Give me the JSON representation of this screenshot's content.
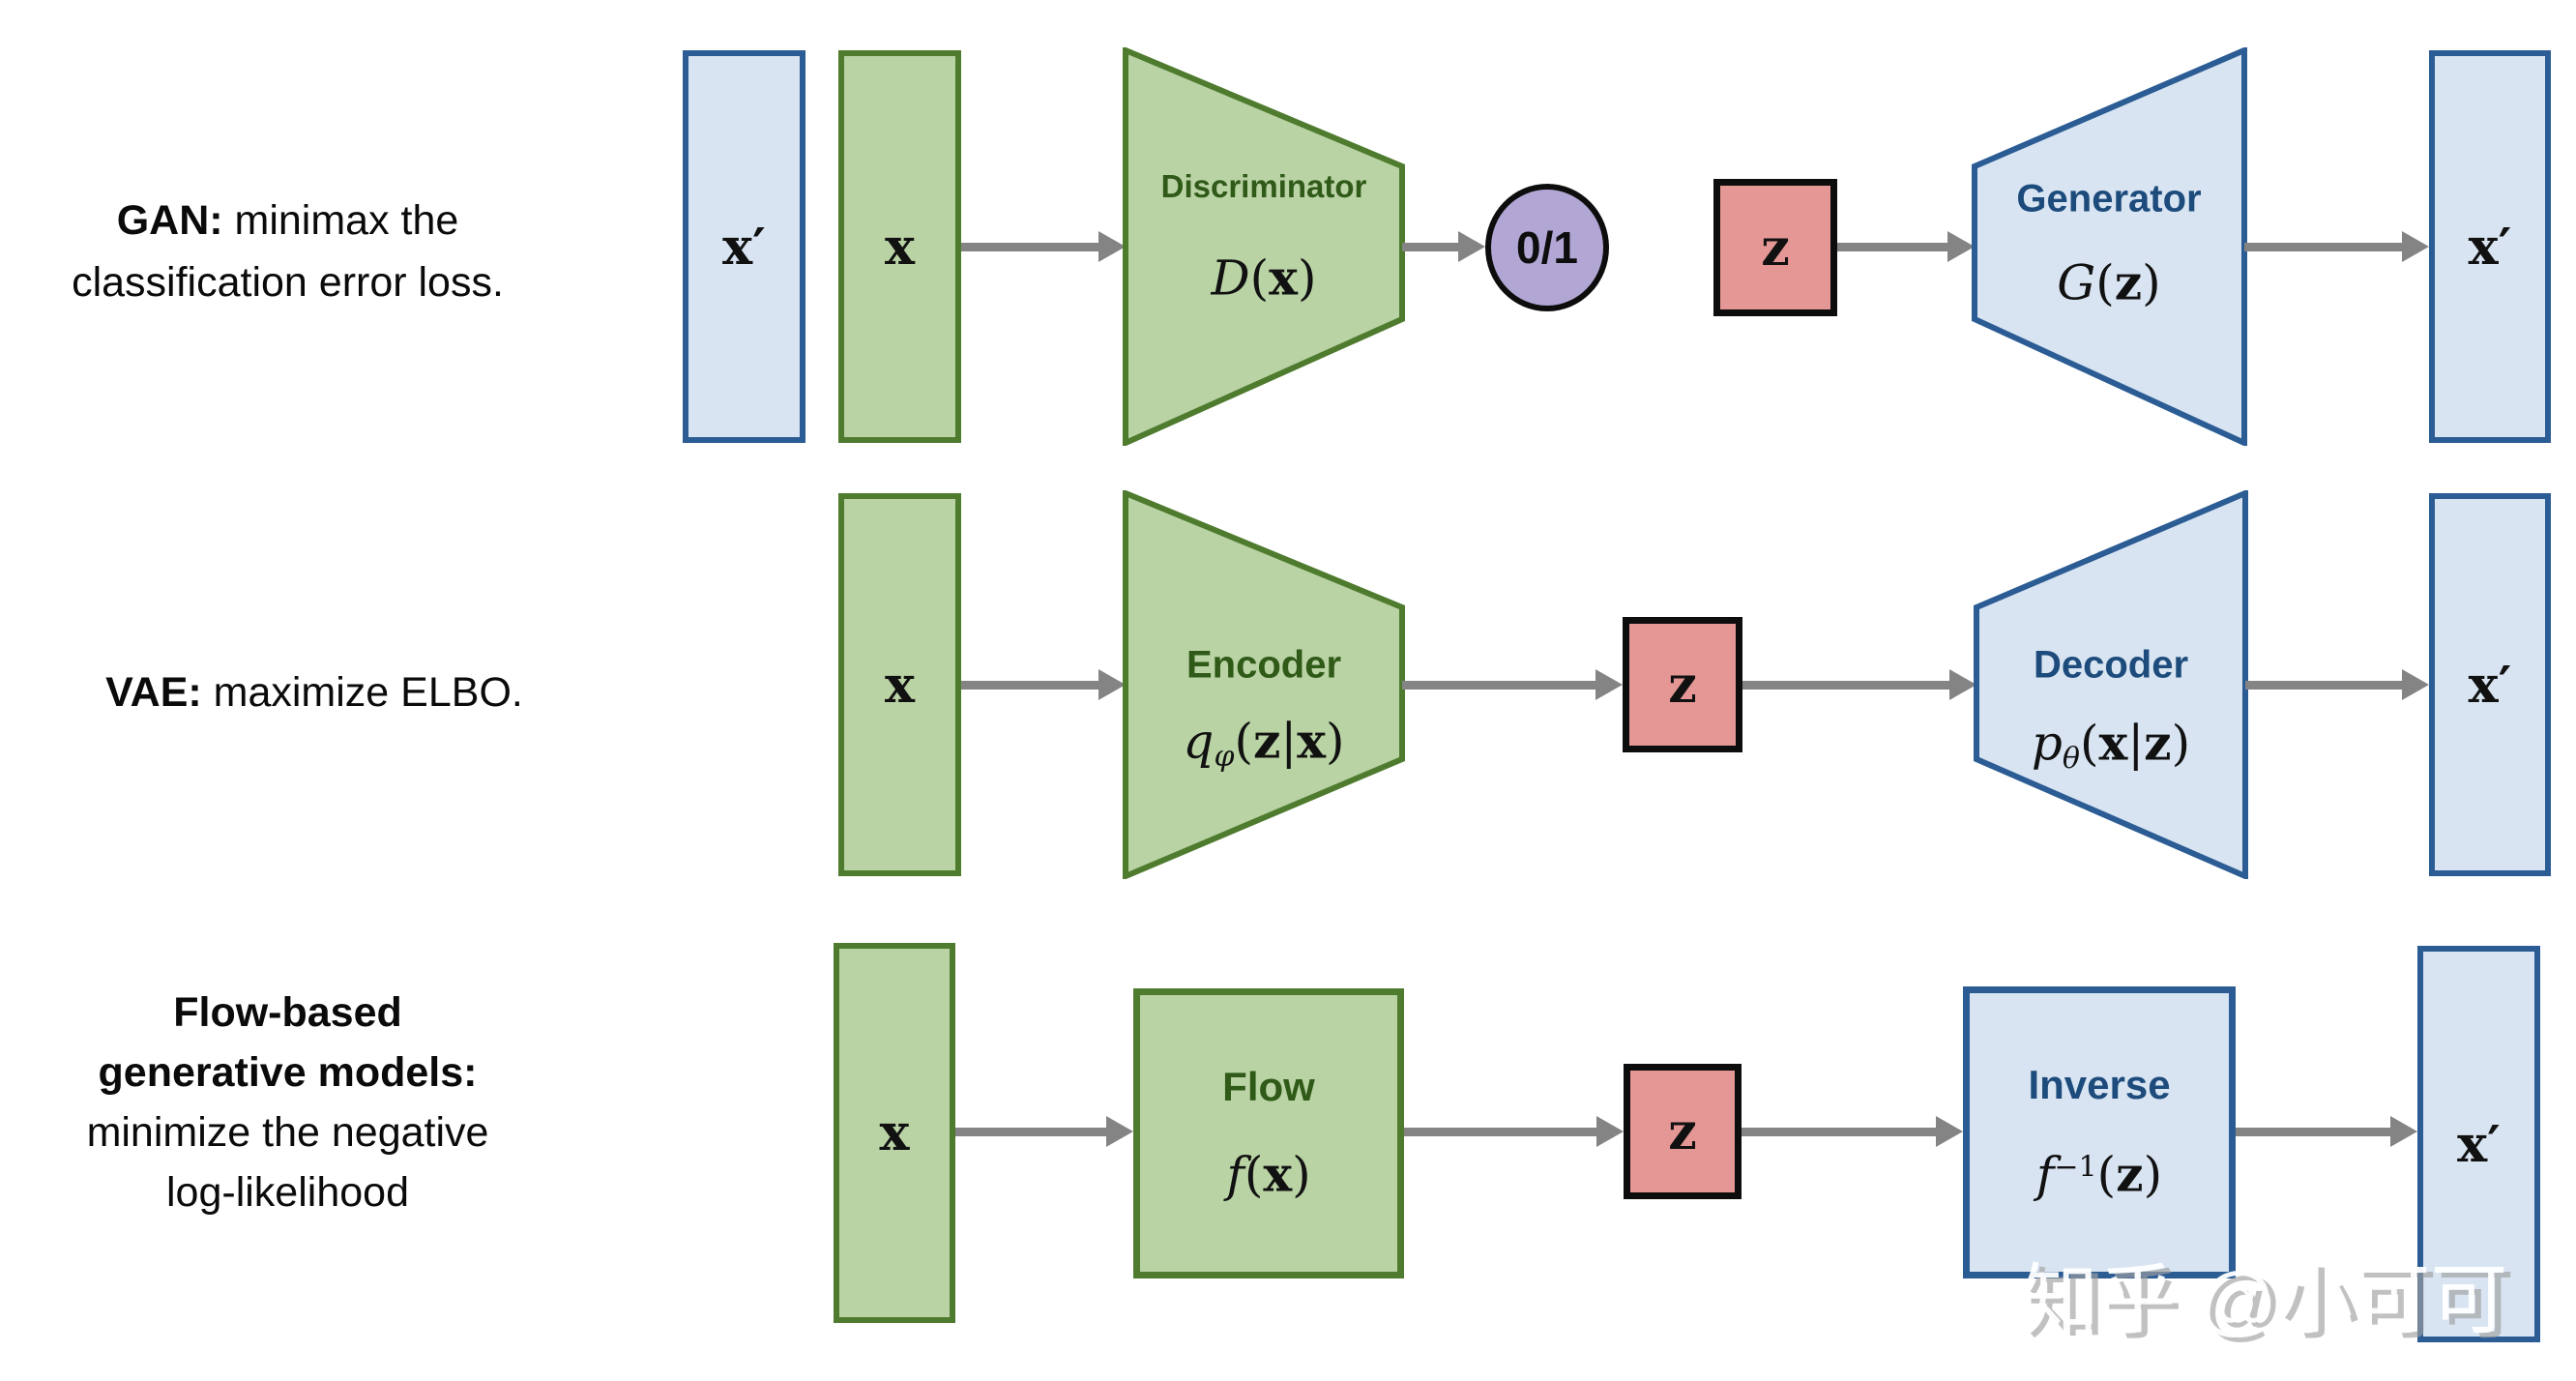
{
  "gan": {
    "label": {
      "bold": "GAN:",
      "rest_line1": " minimax the",
      "line2": "classification error loss."
    },
    "xprime_left": "x′",
    "x": "x",
    "discriminator": {
      "title": "Discriminator",
      "fn": "D",
      "a1": "(",
      "a2": "x",
      "a3": ")"
    },
    "output": "0/1",
    "z": "z",
    "generator": {
      "title": "Generator",
      "fn": "G",
      "a1": "(",
      "a2": "z",
      "a3": ")"
    },
    "xprime": "x′"
  },
  "vae": {
    "label": {
      "bold": "VAE:",
      "rest": " maximize ELBO."
    },
    "x": "x",
    "encoder": {
      "title": "Encoder",
      "fn": "q",
      "sub": "φ",
      "a1": "(",
      "a2": "z",
      "a3": "|",
      "a4": "x",
      "a5": ")"
    },
    "z": "z",
    "decoder": {
      "title": "Decoder",
      "fn": "p",
      "sub": "θ",
      "a1": "(",
      "a2": "x",
      "a3": "|",
      "a4": "z",
      "a5": ")"
    },
    "xprime": "x′"
  },
  "flowmodel": {
    "label": {
      "line1": "Flow-based",
      "line2": "generative models:",
      "line3": "minimize the negative",
      "line4": "log-likelihood"
    },
    "x": "x",
    "flow": {
      "title": "Flow",
      "fn": "f",
      "a1": "(",
      "a2": "x",
      "a3": ")"
    },
    "z": "z",
    "inverse": {
      "title": "Inverse",
      "fn": "f",
      "sup": "−1",
      "a1": "(",
      "a2": "z",
      "a3": ")"
    },
    "xprime": "x′"
  },
  "watermark": "知乎 @小可可",
  "colors": {
    "green_fill": "#b9d3a4",
    "green_border": "#4e7b2e",
    "green_text": "#2f5a18",
    "blue_fill": "#d8e4f1",
    "blue_border": "#2b5c94",
    "blue_text": "#1d4b7c",
    "red_fill": "#e59795",
    "purple_fill": "#b2a6d4",
    "arrow_gray": "#848484",
    "black": "#0d0d0d",
    "watermark_gray": "#a0a0a0"
  }
}
